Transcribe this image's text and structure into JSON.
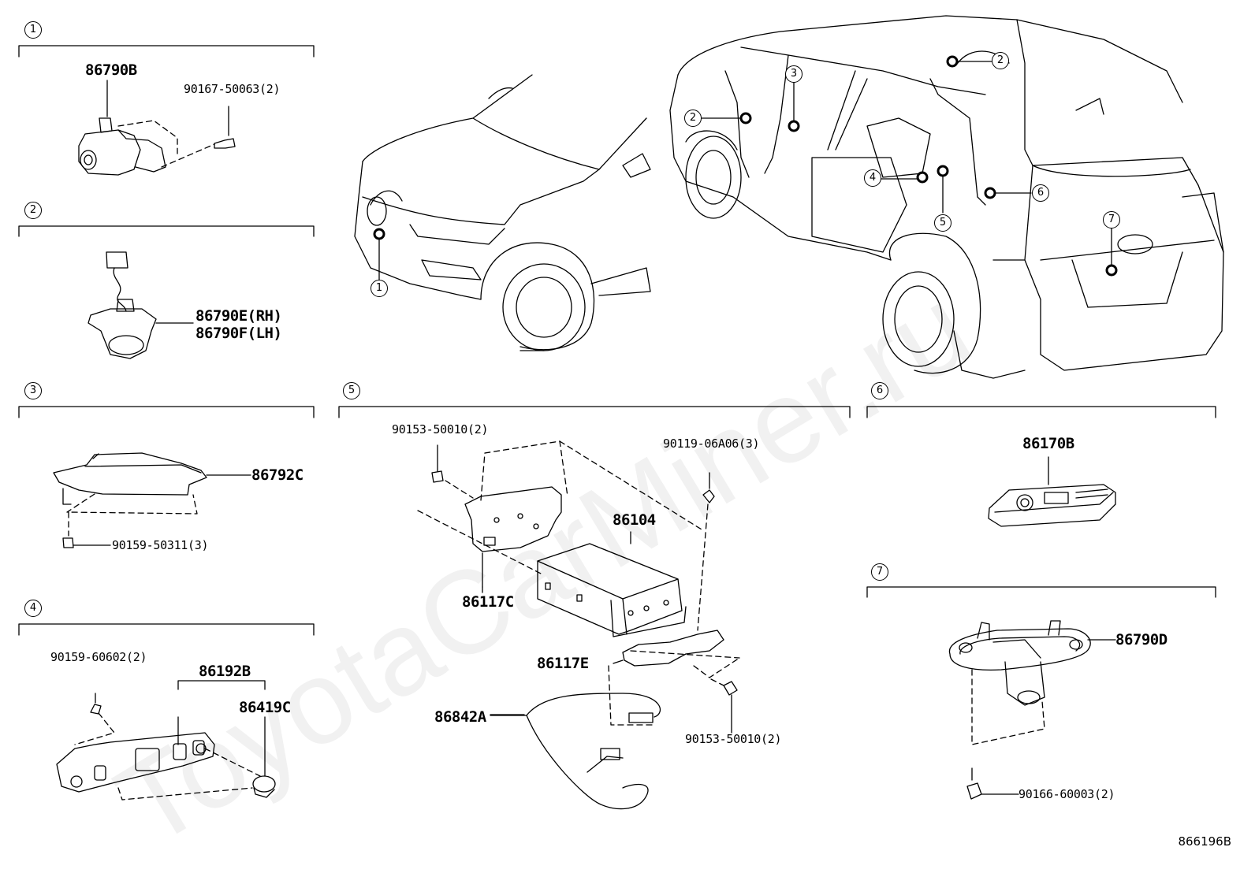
{
  "watermark": "ToyotaCarMiner.ru",
  "diagram_code": "866196B",
  "sections": [
    {
      "num": "1",
      "parts": [
        "86790B",
        "90167-50063(2)"
      ]
    },
    {
      "num": "2",
      "parts": [
        "86790E(RH)",
        "86790F(LH)"
      ]
    },
    {
      "num": "3",
      "parts": [
        "86792C",
        "90159-50311(3)"
      ]
    },
    {
      "num": "4",
      "parts": [
        "90159-60602(2)",
        "86192B",
        "86419C"
      ]
    },
    {
      "num": "5",
      "parts": [
        "90153-50010(2)",
        "90119-06A06(3)",
        "86104",
        "86117C",
        "86117E",
        "86842A",
        "90153-50010(2)"
      ]
    },
    {
      "num": "6",
      "parts": [
        "86170B"
      ]
    },
    {
      "num": "7",
      "parts": [
        "86790D",
        "90166-60003(2)"
      ]
    }
  ],
  "vehicle_callouts": [
    "1",
    "2",
    "3",
    "2",
    "4",
    "5",
    "6",
    "7"
  ]
}
